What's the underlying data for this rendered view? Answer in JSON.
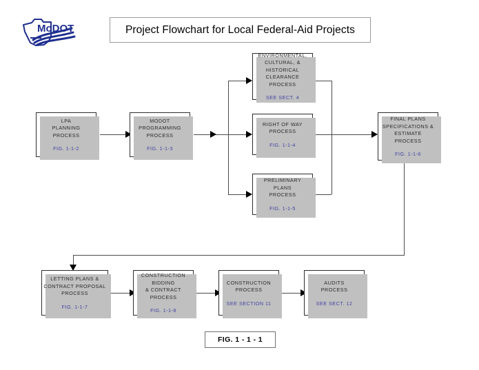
{
  "header": {
    "logo_alt": "MoDOT",
    "logo_text": "MoDOT",
    "title": "Project Flowchart for Local Federal-Aid Projects"
  },
  "colors": {
    "reference_blue": "#4343a6",
    "box_border": "#2b2b2b",
    "shadow": "#c0c0c0",
    "connector": "#4a4a4a",
    "logo_blue": "#1f2f8f"
  },
  "nodes": [
    {
      "id": "lpa-planning",
      "title": "LPA\nPLANNING\nPROCESS",
      "ref": "FIG. 1-1-2"
    },
    {
      "id": "modot-programming",
      "title": "MODOT\nPROGRAMMING\nPROCESS",
      "ref": "FIG. 1-1-3"
    },
    {
      "id": "environmental",
      "title": "ENVIRONMENTAL,\nCULTURAL, &\nHISTORICAL\nCLEARANCE\nPROCESS",
      "ref": "SEE SECT. 4"
    },
    {
      "id": "right-of-way",
      "title": "RIGHT OF WAY\nPROCESS",
      "ref": "FIG. 1-1-4"
    },
    {
      "id": "preliminary-plans",
      "title": "PRELIMINARY\nPLANS\nPROCESS",
      "ref": "FIG. 1-1-5"
    },
    {
      "id": "final-plans",
      "title": "FINAL PLANS\nSPECIFICATIONS &\nESTIMATE\nPROCESS",
      "ref": "FIG. 1-1-6"
    },
    {
      "id": "letting-plans",
      "title": "LETTING PLANS &\nCONTRACT PROPOSAL\nPROCESS",
      "ref": "FIG. 1-1-7"
    },
    {
      "id": "construction-bidding",
      "title": "CONSTRUCTION\nBIDDING\n& CONTRACT\nPROCESS",
      "ref": "FIG. 1-1-8"
    },
    {
      "id": "construction",
      "title": "CONSTRUCTION\nPROCESS",
      "ref": "SEE SECTION 11"
    },
    {
      "id": "audits",
      "title": "AUDITS\nPROCESS",
      "ref": "SEE SECT. 12"
    }
  ],
  "footer": {
    "figure_label": "FIG. 1 - 1 - 1"
  }
}
